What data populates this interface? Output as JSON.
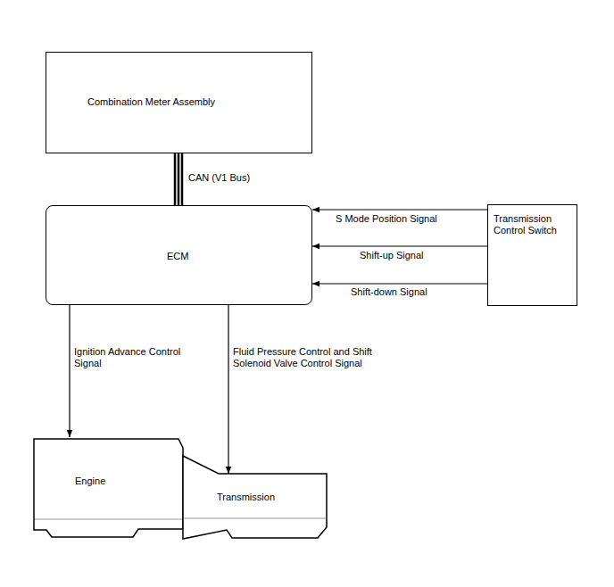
{
  "diagram": {
    "nodes": [
      {
        "text": [
          "Combination Meter Assembly"
        ]
      },
      {
        "text": [
          "ECM"
        ]
      },
      {
        "text": [
          "Transmission Control Switch"
        ]
      },
      {
        "text": [
          "Engine"
        ]
      },
      {
        "text": [
          "Transmission"
        ]
      }
    ],
    "edges": [
      {
        "from": 0,
        "to": 1,
        "arrow": "none",
        "label": "CAN (V1 Bus)"
      },
      {
        "from": 2,
        "to": 1,
        "arrow": "to",
        "label": "S Mode Position Signal"
      },
      {
        "from": 2,
        "to": 1,
        "arrow": "to",
        "label": "Shift-up Signal"
      },
      {
        "from": 2,
        "to": 1,
        "arrow": "to",
        "label": "Shift-down Signal"
      },
      {
        "from": 1,
        "to": 3,
        "arrow": "to",
        "label": "Ignition Advance Control Signal"
      },
      {
        "from": 1,
        "to": 4,
        "arrow": "to",
        "label": "Fluid Pressure Control and Shift Solenoid Valve Control Signal"
      }
    ]
  }
}
